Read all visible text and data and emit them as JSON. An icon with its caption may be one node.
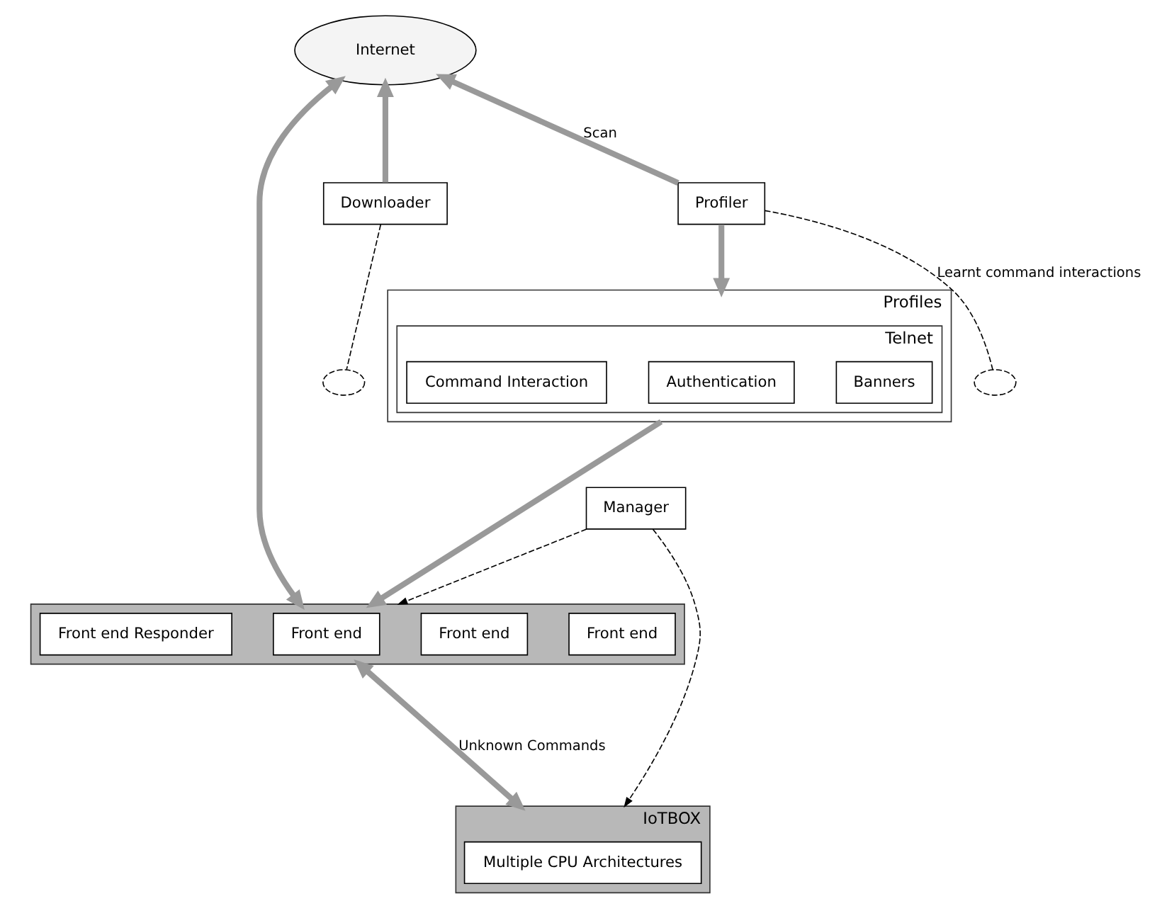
{
  "diagram": {
    "nodes": [
      {
        "text": [
          "Internet"
        ]
      },
      {
        "text": [
          "Downloader"
        ]
      },
      {
        "text": [],
        "shape": "box"
      },
      {
        "text": [
          "Front end"
        ],
        "in": 2
      },
      {
        "text": [
          "Front end"
        ],
        "in": 2
      },
      {
        "text": [
          "Front end"
        ],
        "in": 2
      },
      {
        "text": [
          "Front end Responder"
        ],
        "in": 2
      },
      {
        "text": [
          "Profiles"
        ]
      },
      {
        "text": [
          "Telnet"
        ],
        "in": 7
      },
      {
        "text": [
          "Banners"
        ],
        "in": 8
      },
      {
        "text": [
          "Authentication"
        ],
        "in": 8
      },
      {
        "text": [
          "Command Interaction"
        ],
        "in": 8
      },
      {
        "text": [
          "Profiler"
        ]
      },
      {
        "text": [
          "Manager"
        ]
      },
      {
        "text": [
          "IoTBOX"
        ]
      },
      {
        "text": [
          "Multiple CPU Architectures"
        ],
        "in": 14
      },
      {
        "text": [],
        "shape": "ellipse"
      },
      {
        "text": [],
        "shape": "ellipse"
      }
    ],
    "edges": [
      {
        "from": 1,
        "to": 0,
        "arrow": "to"
      },
      {
        "from": 12,
        "to": 0,
        "arrow": "to",
        "label": "Scan"
      },
      {
        "from": 0,
        "to": 2,
        "arrow": "both"
      },
      {
        "from": 1,
        "to": 16,
        "arrow": "none",
        "style": "dashed",
        "color": "#000000"
      },
      {
        "from": 7,
        "to": 2,
        "arrow": "to"
      },
      {
        "from": 12,
        "to": 7,
        "arrow": "to"
      },
      {
        "from": 13,
        "to": 2,
        "arrow": "to",
        "style": "dashed",
        "color": "#000000"
      },
      {
        "from": 2,
        "to": 14,
        "arrow": "both",
        "label": "Unknown Commands"
      },
      {
        "from": 13,
        "to": 14,
        "arrow": "to",
        "style": "dashed",
        "color": "#000000"
      },
      {
        "from": 12,
        "to": 17,
        "arrow": "none",
        "style": "dashed",
        "color": "#000000",
        "label": "Learnt command interactions"
      }
    ]
  }
}
